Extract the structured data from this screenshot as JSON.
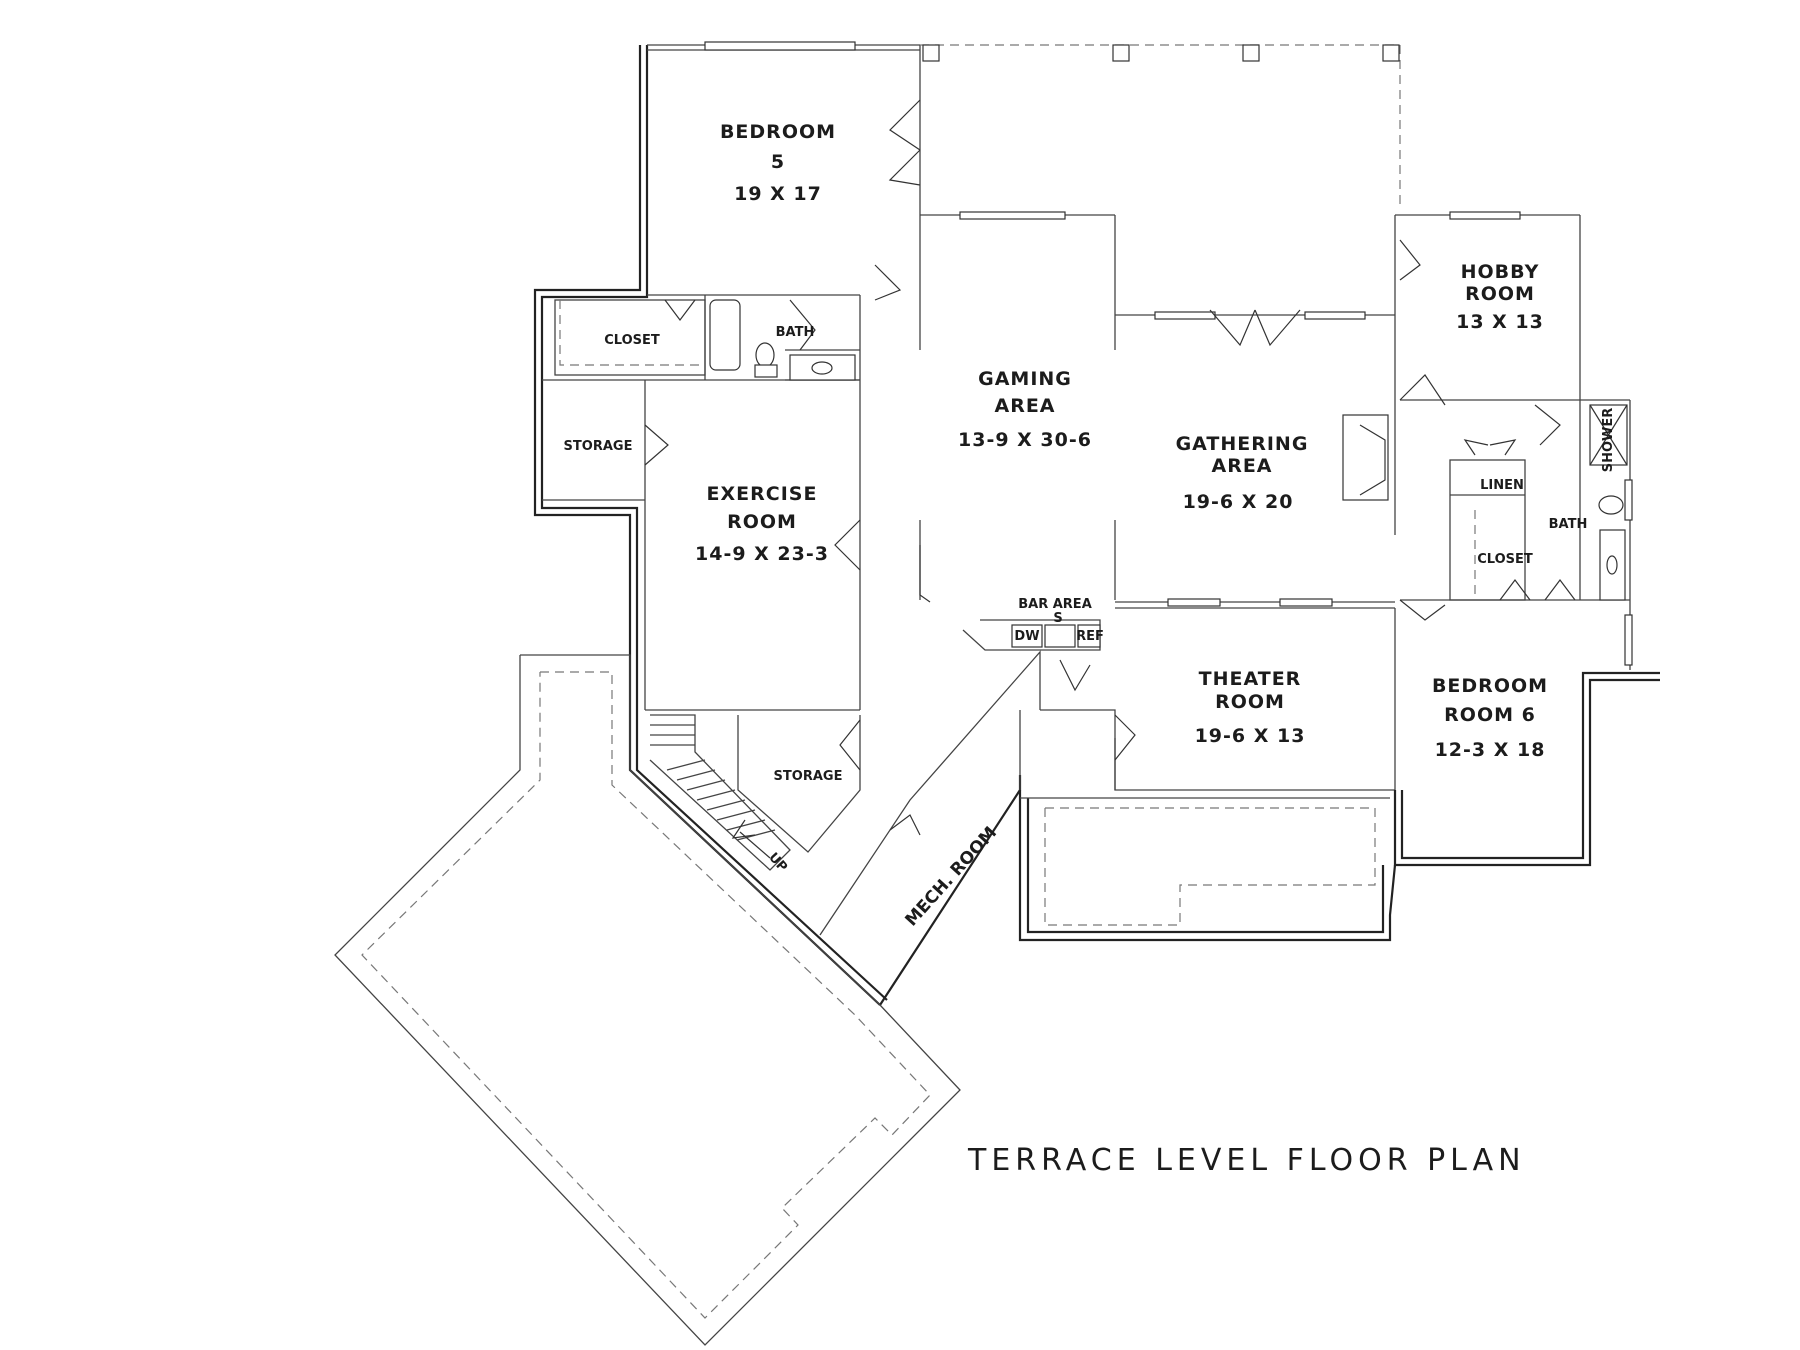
{
  "title": "TERRACE LEVEL FLOOR PLAN",
  "rooms": {
    "bedroom5": {
      "name": "BEDROOM",
      "line2": "5",
      "dims": "19 X 17"
    },
    "closet_left": {
      "name": "CLOSET"
    },
    "bath_left": {
      "name": "BATH"
    },
    "storage_left": {
      "name": "STORAGE"
    },
    "exercise": {
      "name": "EXERCISE",
      "line2": "ROOM",
      "dims": "14-9 X 23-3"
    },
    "gaming": {
      "name": "GAMING",
      "line2": "AREA",
      "dims": "13-9 X 30-6"
    },
    "gathering": {
      "name": "GATHERING",
      "line2": "AREA",
      "dims": "19-6 X 20"
    },
    "hobby": {
      "name": "HOBBY",
      "line2": "ROOM",
      "dims": "13 X 13"
    },
    "shower": {
      "name": "SHOWER"
    },
    "linen": {
      "name": "LINEN"
    },
    "closet_right": {
      "name": "CLOSET"
    },
    "bath_right": {
      "name": "BATH"
    },
    "bar": {
      "name": "BAR AREA",
      "sink": "S",
      "dw": "DW",
      "ref": "REF"
    },
    "theater": {
      "name": "THEATER",
      "line2": "ROOM",
      "dims": "19-6 X 13"
    },
    "bedroom6": {
      "name": "BEDROOM",
      "line2": "ROOM 6",
      "dims": "12-3 X 18"
    },
    "storage_stair": {
      "name": "STORAGE"
    },
    "mech": {
      "name": "MECH. ROOM"
    },
    "stair": {
      "label": "UP"
    }
  }
}
